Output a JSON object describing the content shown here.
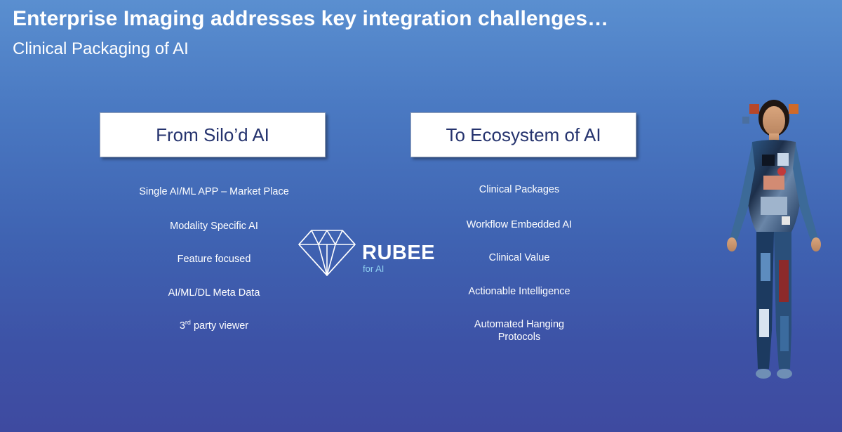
{
  "slide": {
    "title": "Enterprise Imaging addresses key integration challenges…",
    "subtitle": "Clinical Packaging of AI"
  },
  "left": {
    "heading": "From Silo’d AI",
    "items": [
      "Single AI/ML APP – Market Place",
      "Modality Specific AI",
      "Feature focused",
      "AI/ML/DL Meta Data"
    ],
    "last_item": {
      "prefix": "3",
      "sup": "rd",
      "suffix": " party viewer"
    }
  },
  "right": {
    "heading": "To Ecosystem of AI",
    "items": [
      "Clinical Packages",
      "Workflow Embedded AI",
      "Clinical Value",
      "Actionable Intelligence"
    ],
    "last_item": {
      "line1": "Automated Hanging",
      "line2": "Protocols"
    }
  },
  "logo": {
    "wordmark": "RUBEE",
    "tagline": "for AI",
    "icon": "diamond-icon",
    "tagline_color": "#8fd0f0"
  },
  "figure": {
    "icon": "human-body-imaging-collage"
  },
  "colors": {
    "background_top": "#5a8fd0",
    "background_bottom": "#3e4aa0",
    "heading_text": "#25336e"
  }
}
